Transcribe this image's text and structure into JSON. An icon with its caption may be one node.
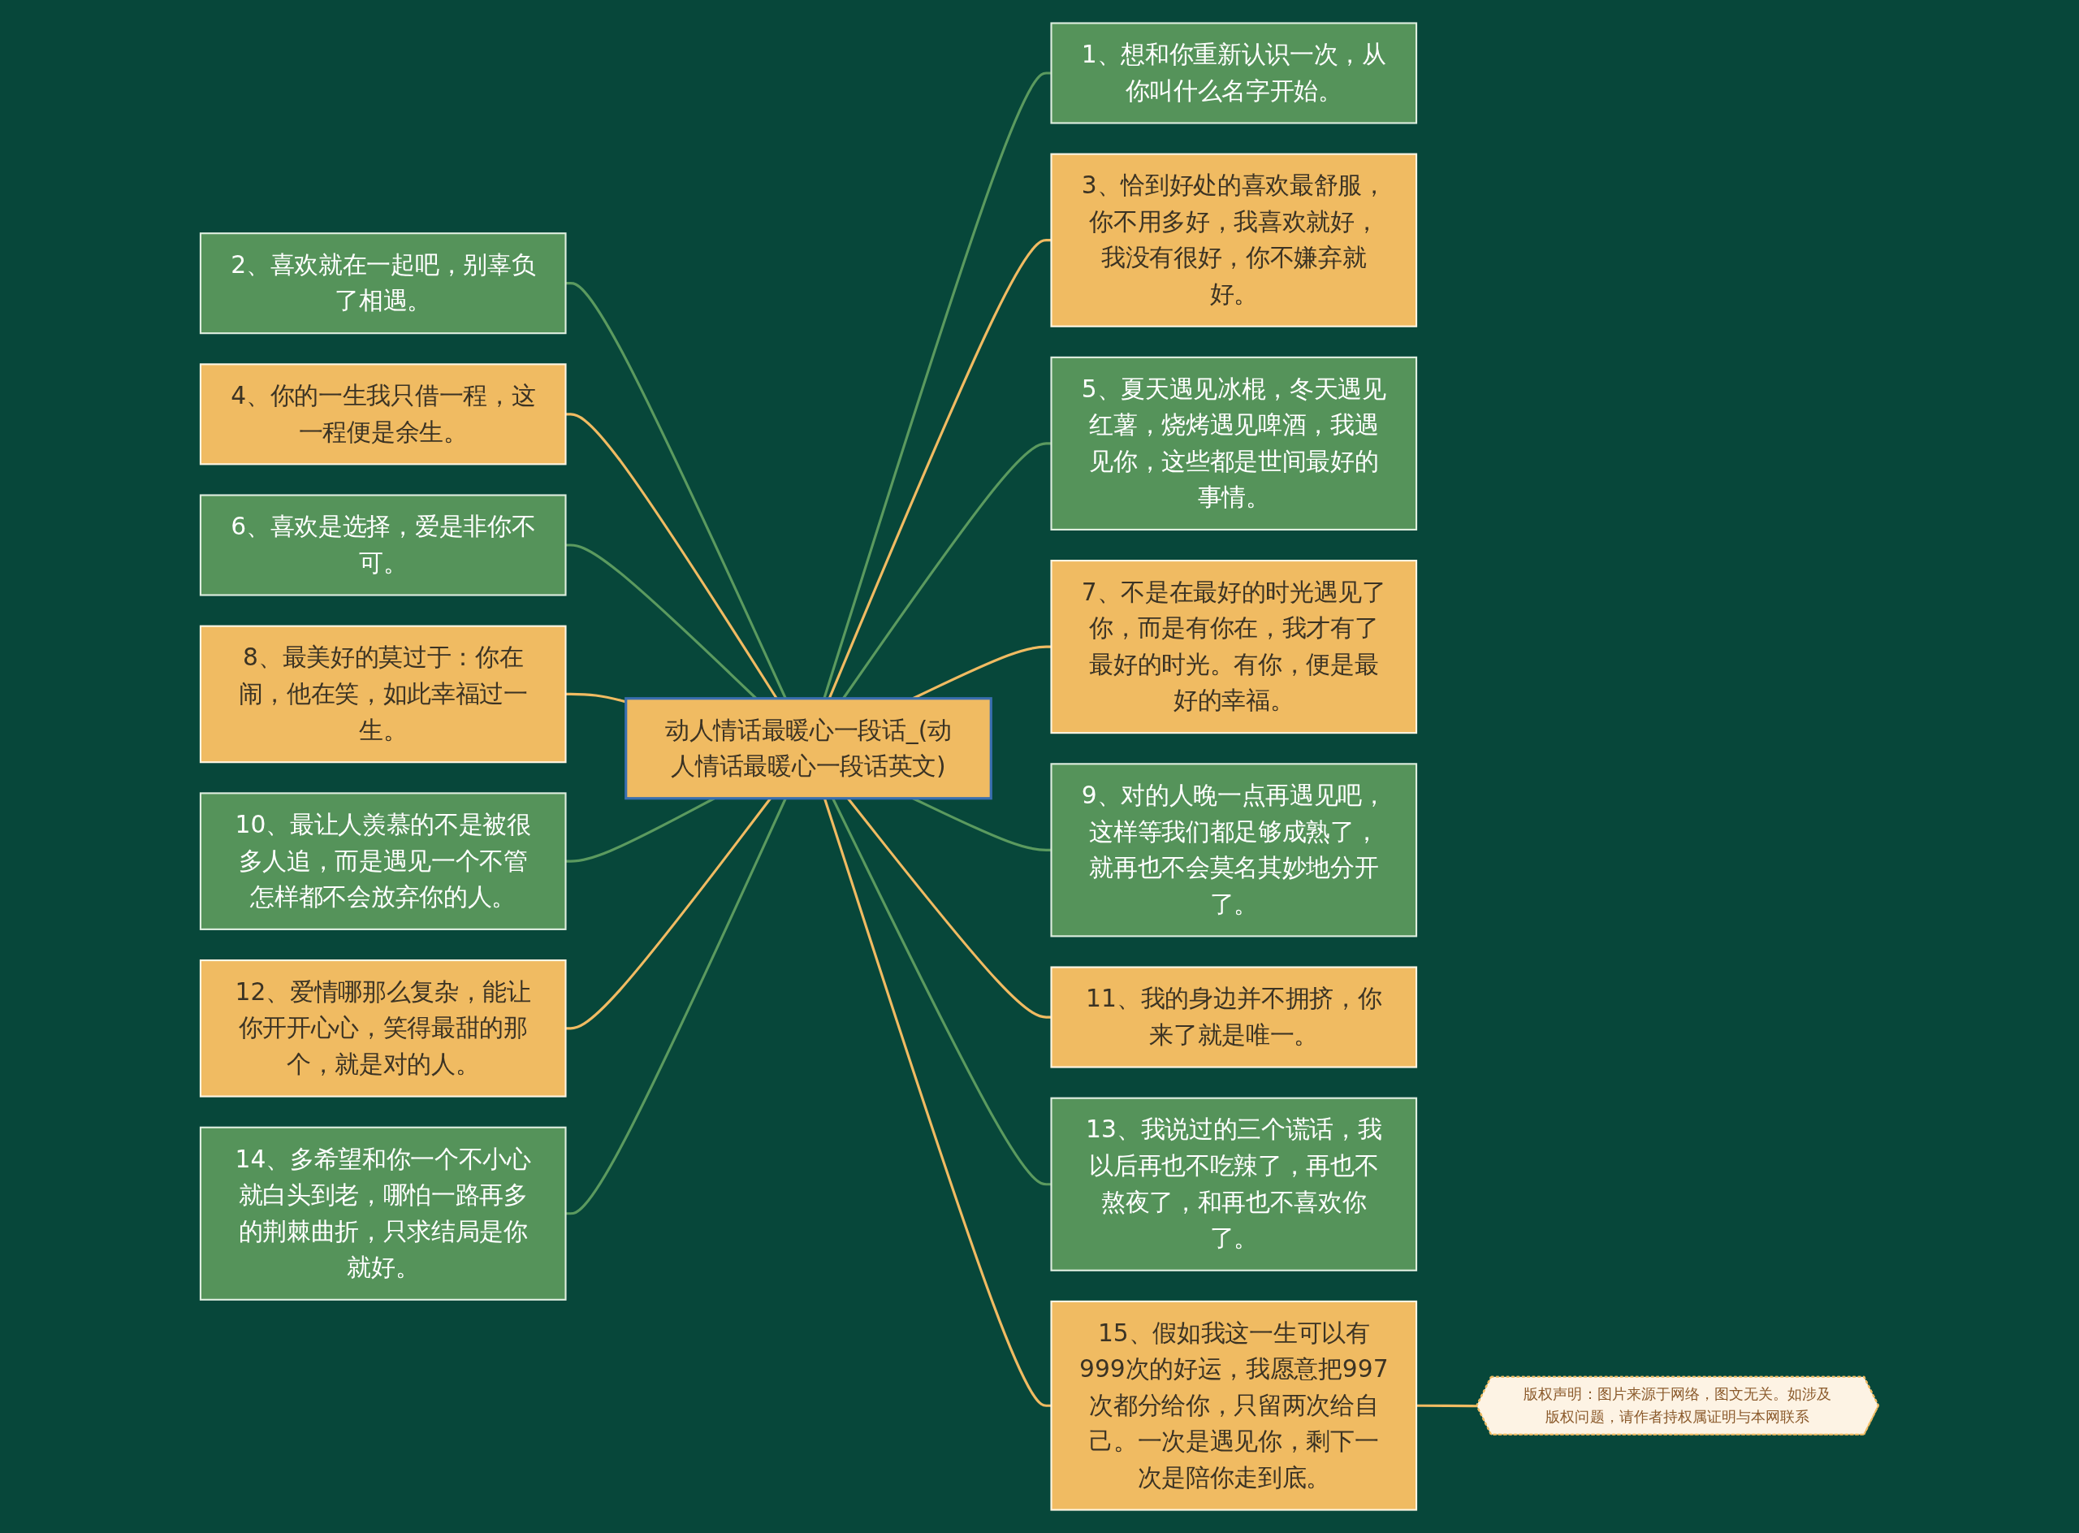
{
  "diagram": {
    "nodes": [
      {
        "text": [
          "动人情话最暖心一段话_(动人情话最暖心一段话英文)"
        ]
      },
      {
        "text": [
          "1、想和你重新认识一次，从你叫什么名字开始。"
        ]
      },
      {
        "text": [
          "2、喜欢就在一起吧，别辜负了相遇。"
        ]
      },
      {
        "text": [
          "3、恰到好处的喜欢最舒服，你不用多好，我喜欢就好，我没有很好，你不嫌弃就好。"
        ]
      },
      {
        "text": [
          "4、你的一生我只借一程，这一程便是余生。"
        ]
      },
      {
        "text": [
          "5、夏天遇见冰棍，冬天遇见红薯，烧烤遇见啤酒，我遇见你，这些都是世间最好的事情。"
        ]
      },
      {
        "text": [
          "6、喜欢是选择，爱是非你不可。"
        ]
      },
      {
        "text": [
          "7、不是在最好的时光遇见了你，而是有你在，我才有了最好的时光。有你，便是最好的幸福。"
        ]
      },
      {
        "text": [
          "8、最美好的莫过于：你在闹，他在笑，如此幸福过一生。"
        ]
      },
      {
        "text": [
          "9、对的人晚一点再遇见吧，这样等我们都足够成熟了，就再也不会莫名其妙地分开了。"
        ]
      },
      {
        "text": [
          "10、最让人羡慕的不是被很多人追，而是遇见一个不管怎样都不会放弃你的人。"
        ]
      },
      {
        "text": [
          "11、我的身边并不拥挤，你来了就是唯一。"
        ]
      },
      {
        "text": [
          "12、爱情哪那么复杂，能让你开开心心，笑得最甜的那个，就是对的人。"
        ]
      },
      {
        "text": [
          "13、我说过的三个谎话，我以后再也不吃辣了，再也不熬夜了，和再也不喜欢你了。"
        ]
      },
      {
        "text": [
          "14、多希望和你一个不小心就白头到老，哪怕一路再多的荆棘曲折，只求结局是你就好。"
        ]
      },
      {
        "text": [
          "15、假如我这一生可以有999次的好运，我愿意把997次都分给你，只留两次给自己。一次是遇见你，剩下一次是陪你走到底。"
        ]
      },
      {
        "text": [
          "版权声明：图片来源于网络，图文无关。如涉及版权问题，请作者持权属证明与本网联系"
        ]
      }
    ],
    "edges": [
      {
        "from": 0,
        "to": 1,
        "arrow": "none",
        "color": "#5b9a5f"
      },
      {
        "from": 2,
        "to": 0,
        "arrow": "none",
        "color": "#5b9a5f"
      },
      {
        "from": 0,
        "to": 3,
        "arrow": "none",
        "color": "#f0bb62"
      },
      {
        "from": 4,
        "to": 0,
        "arrow": "none",
        "color": "#f0bb62"
      },
      {
        "from": 0,
        "to": 5,
        "arrow": "none",
        "color": "#5b9a5f"
      },
      {
        "from": 6,
        "to": 0,
        "arrow": "none",
        "color": "#5b9a5f"
      },
      {
        "from": 0,
        "to": 7,
        "arrow": "none",
        "color": "#f0bb62"
      },
      {
        "from": 8,
        "to": 0,
        "arrow": "none",
        "color": "#f0bb62"
      },
      {
        "from": 0,
        "to": 9,
        "arrow": "none",
        "color": "#5b9a5f"
      },
      {
        "from": 10,
        "to": 0,
        "arrow": "none",
        "color": "#5b9a5f"
      },
      {
        "from": 0,
        "to": 11,
        "arrow": "none",
        "color": "#f0bb62"
      },
      {
        "from": 12,
        "to": 0,
        "arrow": "none",
        "color": "#f0bb62"
      },
      {
        "from": 0,
        "to": 13,
        "arrow": "none",
        "color": "#5b9a5f"
      },
      {
        "from": 14,
        "to": 0,
        "arrow": "none",
        "color": "#5b9a5f"
      },
      {
        "from": 0,
        "to": 15,
        "arrow": "none",
        "color": "#f0bb62"
      },
      {
        "from": 15,
        "to": 16,
        "arrow": "none",
        "color": "#f0bb62"
      }
    ]
  }
}
